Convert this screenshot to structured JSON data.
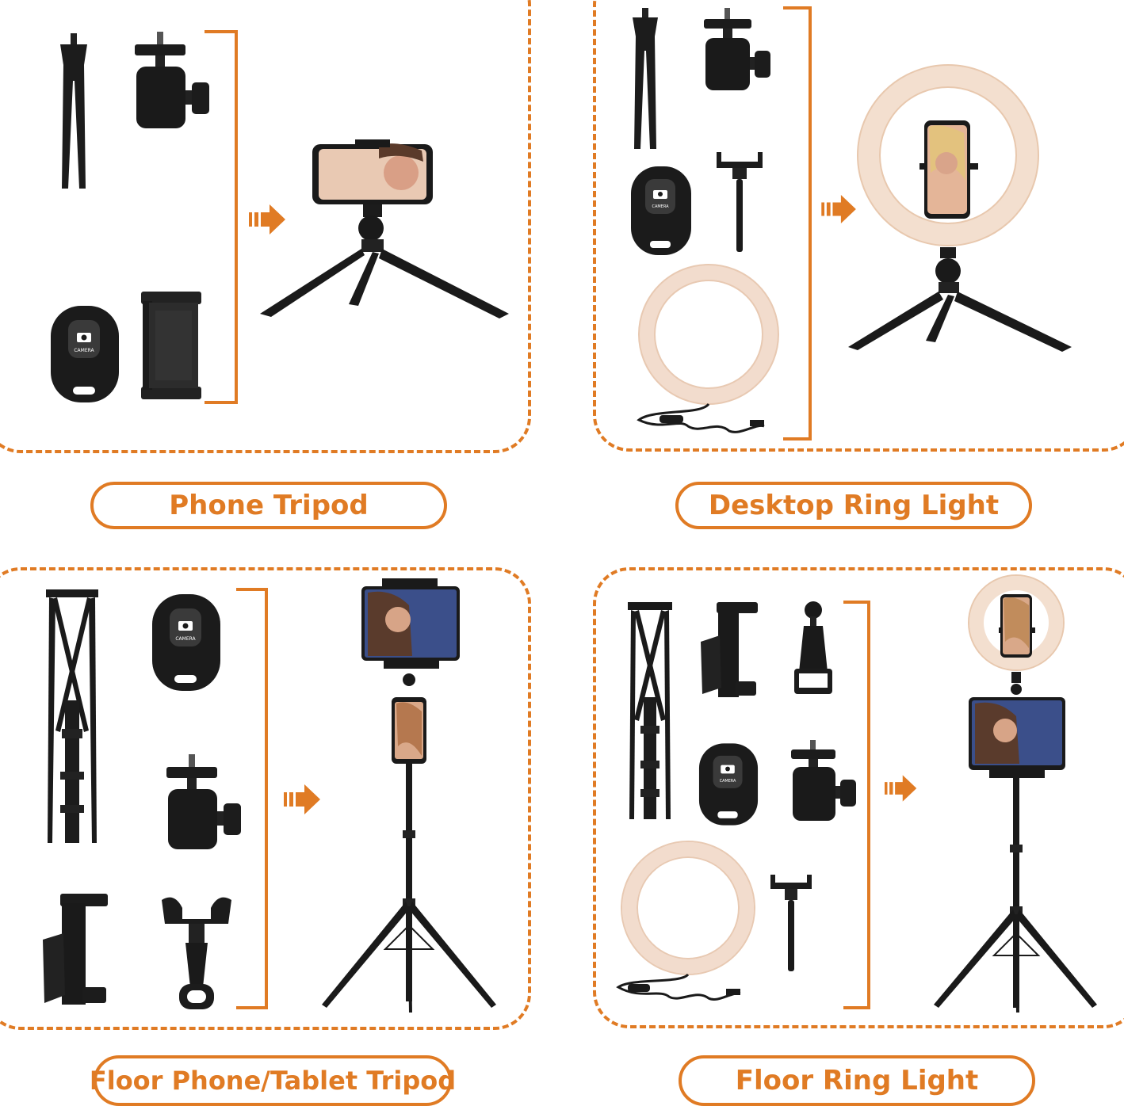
{
  "accent_color": "#e07b24",
  "panels": [
    {
      "label": "Phone Tripod"
    },
    {
      "label": "Desktop Ring Light"
    },
    {
      "label": "Floor Phone/Tablet Tripod"
    },
    {
      "label": "Floor Ring Light"
    }
  ],
  "remote": {
    "button_text": "CAMERA"
  },
  "icons": {
    "arrow": "arrow-right-icon",
    "tripod": "tripod-icon",
    "ball_head": "ball-head-mount-icon",
    "remote": "bluetooth-remote-icon",
    "phone_clamp": "phone-clamp-icon",
    "ring_light": "ring-light-icon",
    "tablet_clamp": "tablet-clamp-icon"
  }
}
